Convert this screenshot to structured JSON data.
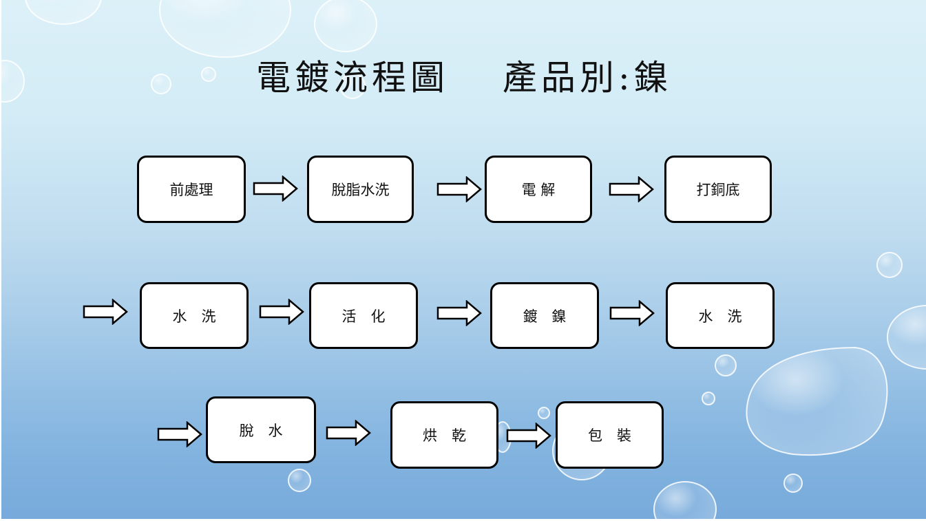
{
  "title": "電鍍流程圖　 產品別:鎳",
  "colors": {
    "background_top": "#dcf0f8",
    "background_bottom": "#77aadb",
    "box_fill": "#ffffff",
    "box_border": "#000000"
  },
  "flow": {
    "rows": [
      {
        "steps": [
          "前處理",
          "脫脂水洗",
          "電 解",
          "打銅底"
        ]
      },
      {
        "steps": [
          "水　洗",
          "活　化",
          "鍍　鎳",
          "水　洗"
        ]
      },
      {
        "steps": [
          "脫　水",
          "烘　乾",
          "包　裝"
        ]
      }
    ],
    "arrow_icon": "block-right-arrow-icon"
  }
}
